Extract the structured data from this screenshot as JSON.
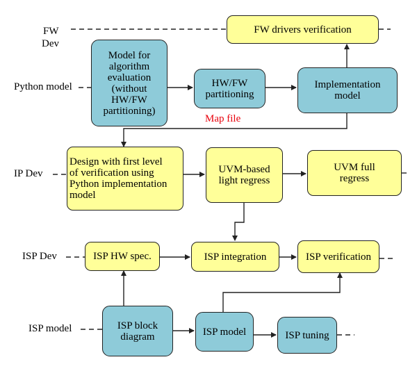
{
  "lanes": {
    "fw": "FW",
    "fw_dev": "Dev",
    "python_model": "Python model",
    "ip_dev": "IP Dev",
    "isp_dev": "ISP Dev",
    "isp_model": "ISP model"
  },
  "boxes": {
    "fw_drivers_verification": "FW drivers verification",
    "model_algorithm": "Model for\nalgorithm\nevaluation\n(without\nHW/FW\npartitioning)",
    "hw_fw_partitioning": "HW/FW\npartitioning",
    "implementation_model": "Implementation\nmodel",
    "design_first_level": "Design with first level\nof verification using\nPython implementation\nmodel",
    "uvm_light_regress": "UVM-based\nlight regress",
    "uvm_full_regress": "UVM full\nregress",
    "isp_hw_spec": "ISP HW spec.",
    "isp_integration": "ISP integration",
    "isp_verification": "ISP verification",
    "isp_block_diagram": "ISP block\ndiagram",
    "isp_model": "ISP model",
    "isp_tuning": "ISP tuning"
  },
  "annotations": {
    "map_file": "Map file"
  },
  "colors": {
    "yellow_box": "#ffff99",
    "blue_box": "#8ecbd9",
    "map_file_text": "#e8000b"
  }
}
